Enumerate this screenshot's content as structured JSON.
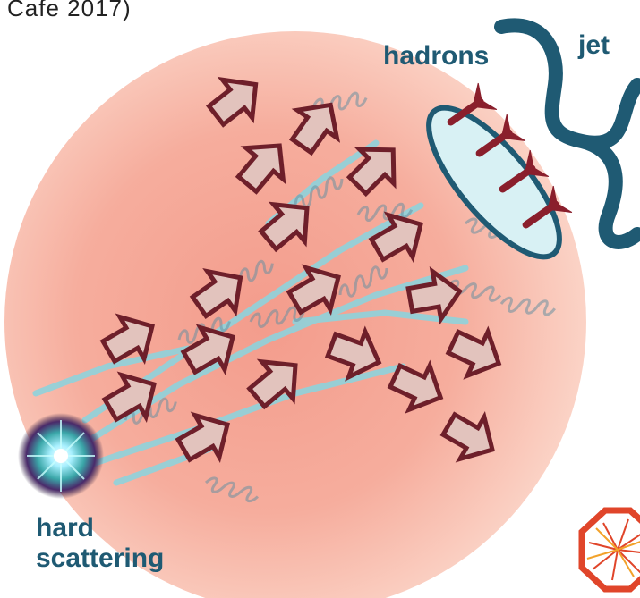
{
  "caption": "Cafe 2017)",
  "labels": {
    "hadrons": "hadrons",
    "jet": "jet",
    "hard_line1": "hard",
    "hard_line2": "scattering"
  },
  "colors": {
    "medium": "#f6a99a",
    "arrow_fill": "#e2c3bd",
    "arrow_stroke": "#6e1f2a",
    "gluon": "#8fd3dc",
    "jet_blue": "#1f5a73",
    "ellipse_fill": "#d8f1f4",
    "hadron": "#8a1f2c"
  },
  "icons": [
    "collision-burst-icon",
    "detector-logo-icon",
    "jet-brace-icon"
  ]
}
